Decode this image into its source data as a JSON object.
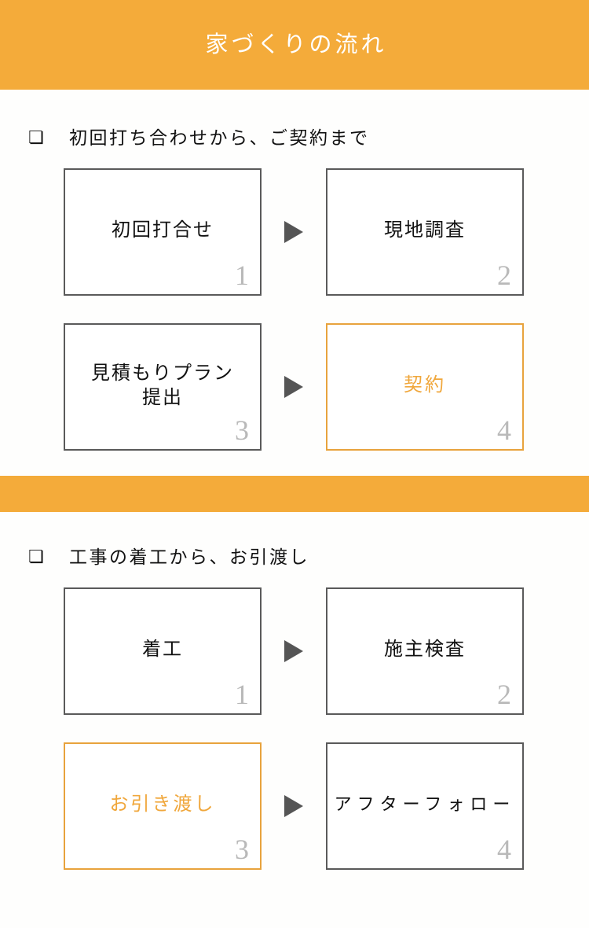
{
  "header": {
    "title": "家づくりの流れ",
    "background_color": "#f4ab3a",
    "text_color": "#ffffff"
  },
  "theme": {
    "accent_color": "#f4ab3a",
    "accent_border_color": "#e8a33d",
    "accent_text_color": "#f0a73c",
    "box_border_color": "#5a5a5a",
    "number_color": "#b9b9b9",
    "arrow_color": "#555555",
    "page_background": "#fefefd",
    "text_color": "#111111"
  },
  "sections": [
    {
      "check_icon": "❏",
      "heading": "初回打ち合わせから、ご契約まで",
      "steps": [
        {
          "number": "1",
          "label": "初回打合せ",
          "highlighted": false,
          "tight": false
        },
        {
          "number": "2",
          "label": "現地調査",
          "highlighted": false,
          "tight": false
        },
        {
          "number": "3",
          "label": "見積もりプラン\n提出",
          "highlighted": false,
          "tight": false
        },
        {
          "number": "4",
          "label": "契約",
          "highlighted": true,
          "tight": false
        }
      ]
    },
    {
      "check_icon": "❏",
      "heading": "工事の着工から、お引渡し",
      "steps": [
        {
          "number": "1",
          "label": "着工",
          "highlighted": false,
          "tight": false
        },
        {
          "number": "2",
          "label": "施主検査",
          "highlighted": false,
          "tight": false
        },
        {
          "number": "3",
          "label": "お引き渡し",
          "highlighted": true,
          "tight": false
        },
        {
          "number": "4",
          "label": "アフターフォロー",
          "highlighted": false,
          "tight": true
        }
      ]
    }
  ],
  "arrow_icon": "arrow-right-triangle"
}
